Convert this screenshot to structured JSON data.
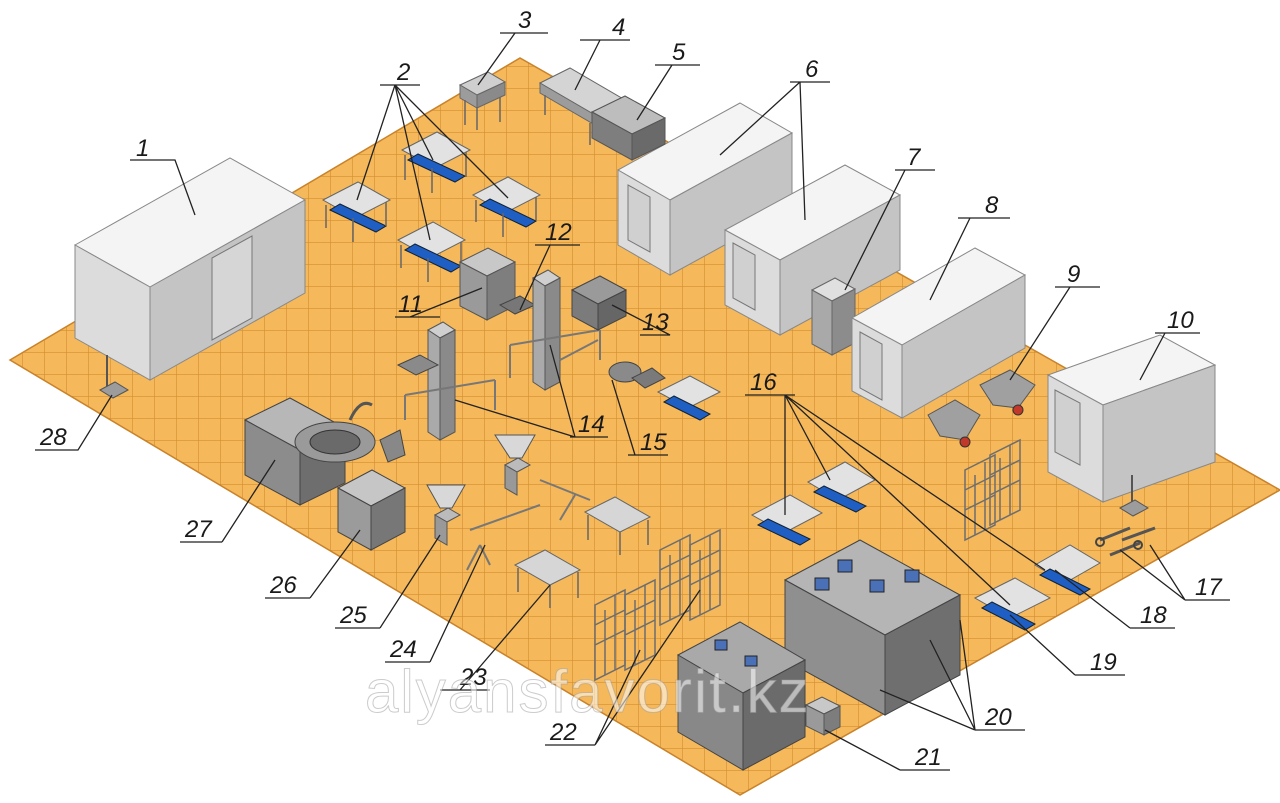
{
  "watermark": "alyansfavorit.kz",
  "labels": [
    "1",
    "2",
    "3",
    "4",
    "5",
    "6",
    "7",
    "8",
    "9",
    "10",
    "11",
    "12",
    "13",
    "14",
    "15",
    "16",
    "17",
    "18",
    "19",
    "20",
    "21",
    "22",
    "23",
    "24",
    "25",
    "26",
    "27",
    "28"
  ],
  "colors": {
    "floor": "#f5b85a",
    "floor_grid": "#d48e2f",
    "room_top": "#f4f4f4",
    "room_left": "#dcdcdc",
    "room_right": "#bfbfbf",
    "steel": "#9a9a9a",
    "steel_dark": "#6e6e6e",
    "crate": "#1f5fc4",
    "leader": "#222222"
  }
}
